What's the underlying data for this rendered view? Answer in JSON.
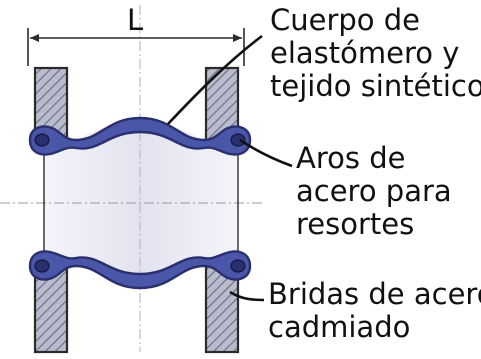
{
  "dimension": {
    "label": "L"
  },
  "labels": {
    "body": {
      "line1": "Cuerpo de",
      "line2": "elastómero y",
      "line3": "tejido sintético"
    },
    "rings": {
      "line1": "Aros de",
      "line2": "acero para",
      "line3": "resortes"
    },
    "flanges": {
      "line1": "Bridas de acero",
      "line2": "cadmiado"
    }
  },
  "colors": {
    "outline": "#2b2b2b",
    "flange_fill": "#b9bccd",
    "hatch": "#6f7285",
    "bellows_blue": "#4a56a8",
    "bellows_dark": "#2a2f6e",
    "bore_fill": "#ececf6"
  }
}
